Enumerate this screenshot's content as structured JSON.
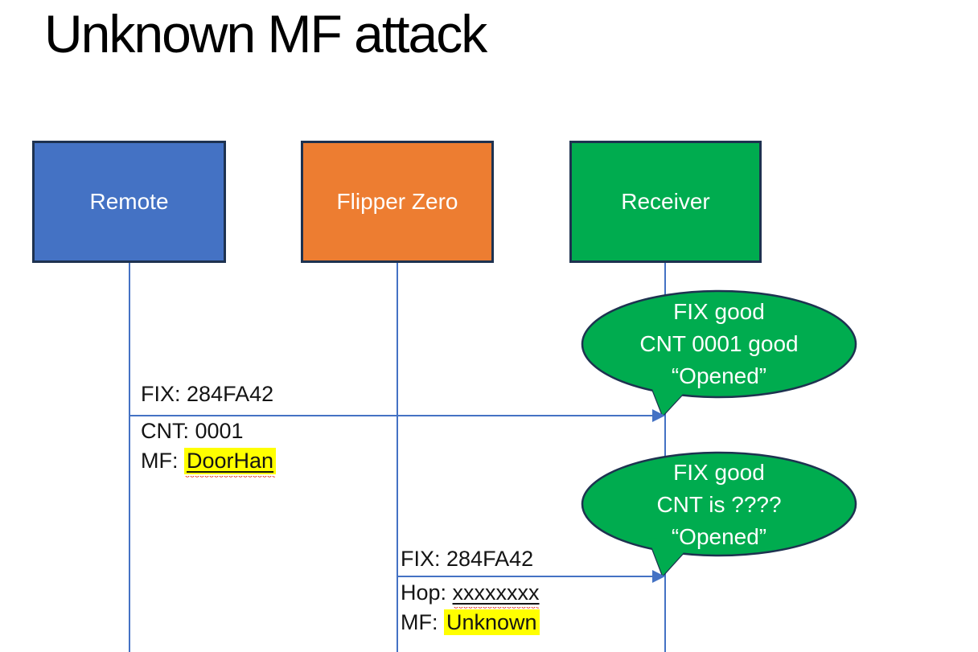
{
  "title": "Unknown MF attack",
  "actors": [
    {
      "name": "Remote",
      "color": "#4472C4"
    },
    {
      "name": "Flipper Zero",
      "color": "#ED7D31"
    },
    {
      "name": "Receiver",
      "color": "#00AC4F"
    }
  ],
  "messages": [
    {
      "from": "Remote",
      "to": "Receiver",
      "lines": [
        {
          "prefix": "FIX: ",
          "value": "284FA42"
        },
        {
          "prefix": "CNT: ",
          "value": "0001"
        },
        {
          "prefix": "MF: ",
          "value": "DoorHan"
        }
      ]
    },
    {
      "from": "Flipper Zero",
      "to": "Receiver",
      "lines": [
        {
          "prefix": "FIX: ",
          "value": "284FA42"
        },
        {
          "prefix": "Hop: ",
          "value": "xxxxxxxx"
        },
        {
          "prefix": "MF: ",
          "value": "Unknown"
        }
      ]
    }
  ],
  "callouts": [
    {
      "lines": [
        "FIX good",
        "CNT 0001 good",
        "“Opened”"
      ]
    },
    {
      "lines": [
        "FIX good",
        "CNT is ????",
        "“Opened”"
      ]
    }
  ],
  "colors": {
    "actor_blue": "#4472C4",
    "actor_orange": "#ED7D31",
    "actor_green": "#00AC4F",
    "border_navy": "#1E3250",
    "connector_blue": "#4472C4",
    "highlight_yellow": "#FFFF00",
    "squiggle_red": "#E8442B",
    "text_black": "#141414",
    "text_white": "#FFFFFF"
  }
}
